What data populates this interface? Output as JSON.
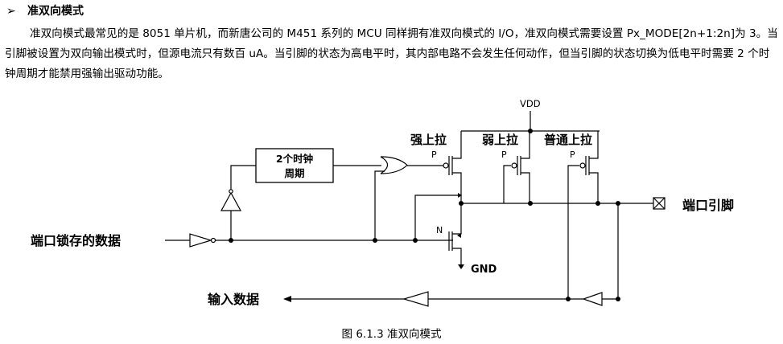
{
  "section": {
    "bullet": "➢",
    "title": "准双向模式",
    "paragraph": "准双向模式最常见的是 8051 单片机，而新唐公司的 M451 系列的 MCU 同样拥有准双向模式的 I/O，准双向模式需要设置 Px_MODE[2n+1:2n]为 3。当引脚被设置为双向输出模式时，但源电流只有数百 uA。当引脚的状态为高电平时，其内部电路不会发生任何动作，但当引脚的状态切换为低电平时需要 2 个时钟周期才能禁用强输出驱动功能。"
  },
  "diagram": {
    "delay_box_line1": "2个时钟",
    "delay_box_line2": "周期",
    "vdd": "VDD",
    "gnd": "GND",
    "strong_pullup": "强上拉",
    "weak_pullup": "弱上拉",
    "normal_pullup": "普通上拉",
    "p_label": "P",
    "n_label": "N",
    "port_pin": "端口引脚",
    "port_latch_data": "端口锁存的数据",
    "input_data": "输入数据"
  },
  "caption": "图 6.1.3 准双向模式"
}
